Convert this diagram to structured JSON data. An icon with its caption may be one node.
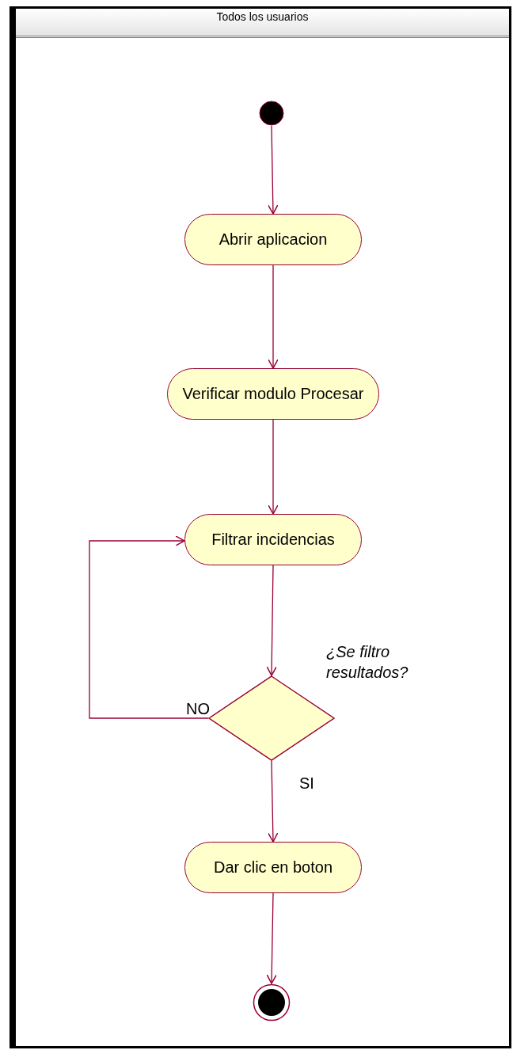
{
  "diagram": {
    "nodes": [
      {
        "text": [
          "Todos los usuarios"
        ]
      },
      {
        "text": [],
        "shape": "circle",
        "in": 0
      },
      {
        "text": [
          "Abrir aplicacion"
        ],
        "in": 0
      },
      {
        "text": [
          "Verificar modulo Procesar"
        ],
        "in": 0
      },
      {
        "text": [
          "Filtrar incidencias"
        ],
        "in": 0
      },
      {
        "text": [],
        "shape": "diamond",
        "in": 0,
        "beside": [
          "¿Se filtro resultados?"
        ]
      },
      {
        "text": [
          "Dar clic en boton"
        ],
        "in": 0
      },
      {
        "text": [],
        "shape": "circle",
        "in": 0
      }
    ],
    "edges": [
      {
        "from": 1,
        "to": 2,
        "arrow": "to"
      },
      {
        "from": 2,
        "to": 3,
        "arrow": "to"
      },
      {
        "from": 3,
        "to": 4,
        "arrow": "to"
      },
      {
        "from": 4,
        "to": 5,
        "arrow": "to"
      },
      {
        "from": 5,
        "to": 4,
        "arrow": "to",
        "label": "NO"
      },
      {
        "from": 5,
        "to": 6,
        "arrow": "to",
        "label": "SI"
      },
      {
        "from": 6,
        "to": 7,
        "arrow": "to"
      }
    ]
  }
}
